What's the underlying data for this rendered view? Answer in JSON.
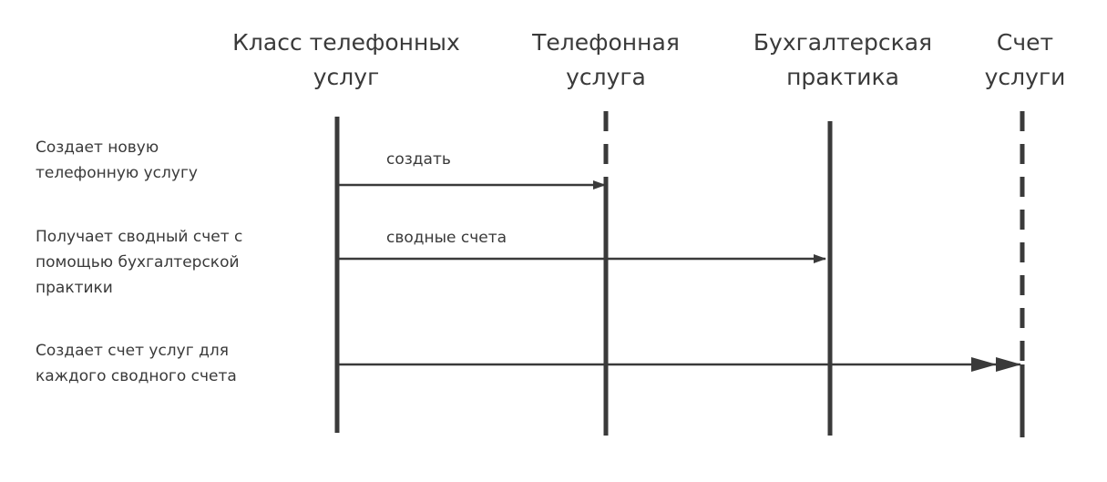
{
  "lifelines": [
    {
      "line1": "Класс телефонных",
      "line2": "услуг"
    },
    {
      "line1": "Телефонная",
      "line2": "услуга"
    },
    {
      "line1": "Бухгалтерская",
      "line2": "практика"
    },
    {
      "line1": "Счет",
      "line2": "услуги"
    }
  ],
  "descriptions": [
    {
      "lines": [
        "Создает новую",
        "телефонную услугу"
      ]
    },
    {
      "lines": [
        "Получает сводный счет с",
        "помощью бухгалтерской",
        "практики"
      ]
    },
    {
      "lines": [
        "Создает счет услуг для",
        "каждого сводного счета"
      ]
    }
  ],
  "messages": [
    {
      "label": "создать"
    },
    {
      "label": "сводные счета"
    },
    {
      "label": ""
    }
  ],
  "colors": {
    "line": "#3a3a3a",
    "text": "#3a3a3a"
  }
}
